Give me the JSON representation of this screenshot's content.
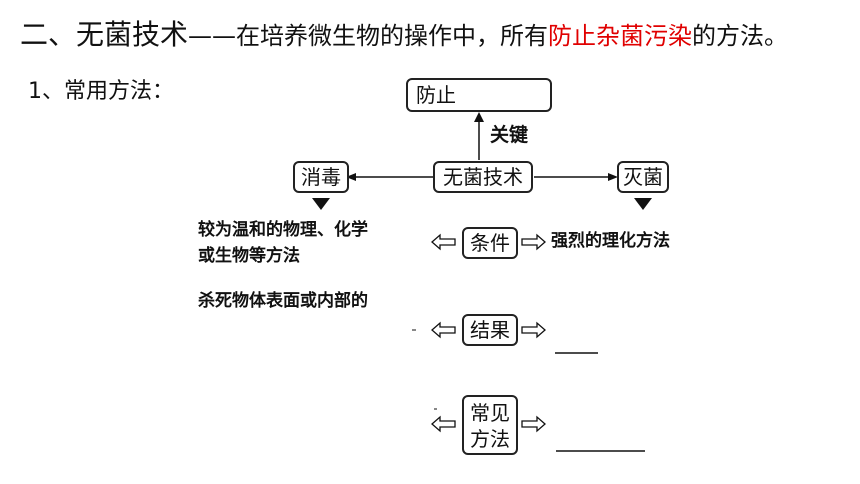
{
  "title": {
    "prefix": "二、",
    "heading": "无菌技术",
    "dash": "——",
    "mid": "在培养微生物的操作中，所有",
    "highlight": "防止杂菌污染",
    "suffix": "的方法。",
    "highlight_color": "#e00000"
  },
  "subtitle": "1、常用方法：",
  "diagram": {
    "top_box": "防止",
    "key_label": "关键",
    "center_box": "无菌技术",
    "left_box": "消毒",
    "right_box": "灭菌",
    "condition_box": "条件",
    "result_box": "结果",
    "method_box_line1": "常见",
    "method_box_line2": "方法",
    "disinfect_condition_line1": "较为温和的物理、化学",
    "disinfect_condition_line2": "或生物等方法",
    "disinfect_result": "杀死物体表面或内部的",
    "sterilize_condition": "强烈的理化方法"
  }
}
